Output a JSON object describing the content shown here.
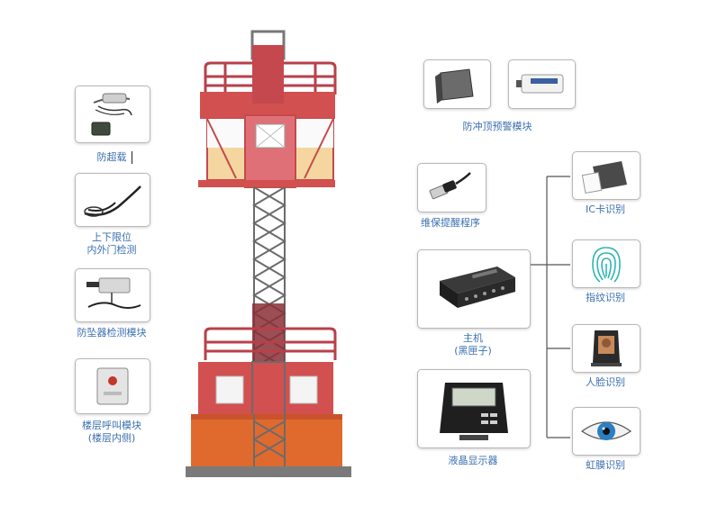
{
  "left_modules": [
    {
      "label": "防超载"
    },
    {
      "label": "上下限位",
      "label2": "内外门检测"
    },
    {
      "label": "防坠器检测模块"
    },
    {
      "label": "楼层呼叫模块",
      "label2": "(楼层内侧)"
    }
  ],
  "top_module": {
    "label": "防冲顶预警模块"
  },
  "center_modules": [
    {
      "label": "维保提醒程序"
    },
    {
      "label": "主机",
      "label2": "(黑匣子)"
    },
    {
      "label": "液晶显示器"
    }
  ],
  "right_modules": [
    {
      "label": "IC卡识别"
    },
    {
      "label": "指纹识别"
    },
    {
      "label": "人脸识别"
    },
    {
      "label": "虹膜识别"
    }
  ],
  "colors": {
    "caption": "#3a6fb0",
    "cage_red": "#d2504f",
    "cage_orange": "#e06a2e",
    "mast": "#6b6b6b"
  }
}
